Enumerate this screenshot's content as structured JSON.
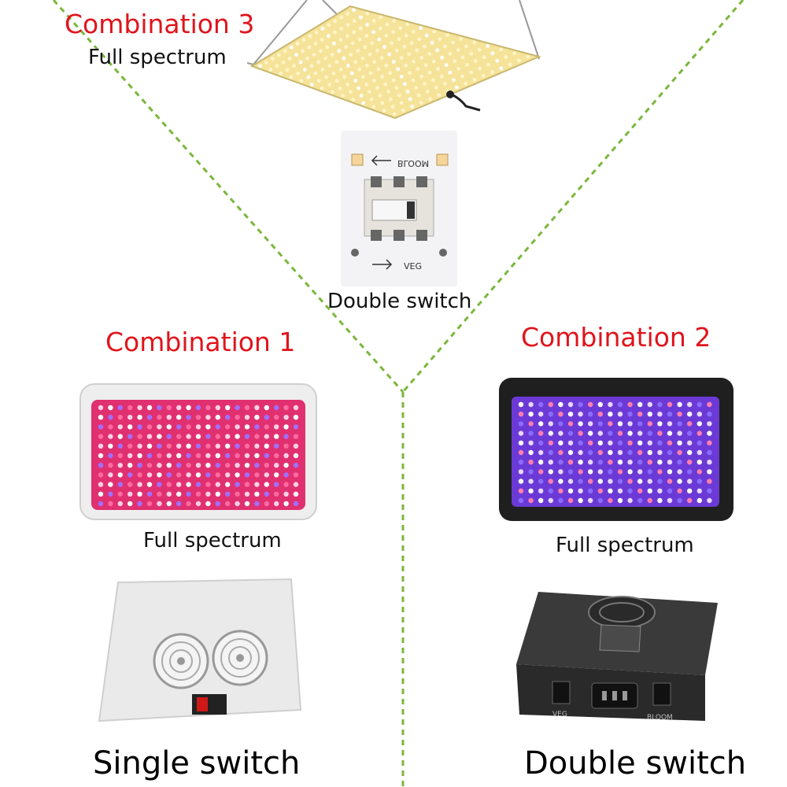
{
  "combination3": {
    "title": "Combination 3",
    "spectrum_label": "Full spectrum",
    "switch_label": "Double switch",
    "switch_panel": {
      "top_text": "BLOOM",
      "bottom_text": "VEG"
    }
  },
  "combination1": {
    "title": "Combination 1",
    "spectrum_label": "Full spectrum",
    "switch_label": "Single switch"
  },
  "combination2": {
    "title": "Combination 2",
    "spectrum_label": "Full spectrum",
    "switch_label": "Double switch",
    "back_panel": {
      "left_text": "VEG",
      "right_text": "BLOOM"
    }
  },
  "colors": {
    "title_red": "#e0141c",
    "divider_green": "#7ab73c",
    "panel_warm": "#f6e39a",
    "led_red": "#ff2a5a",
    "led_blue": "#5a2cff",
    "body_white": "#eeeeee",
    "body_black": "#1f1f1f"
  },
  "icons": [
    "arrow-left-icon",
    "arrow-right-icon",
    "fan-icon",
    "rocker-switch-icon",
    "power-socket-icon"
  ]
}
